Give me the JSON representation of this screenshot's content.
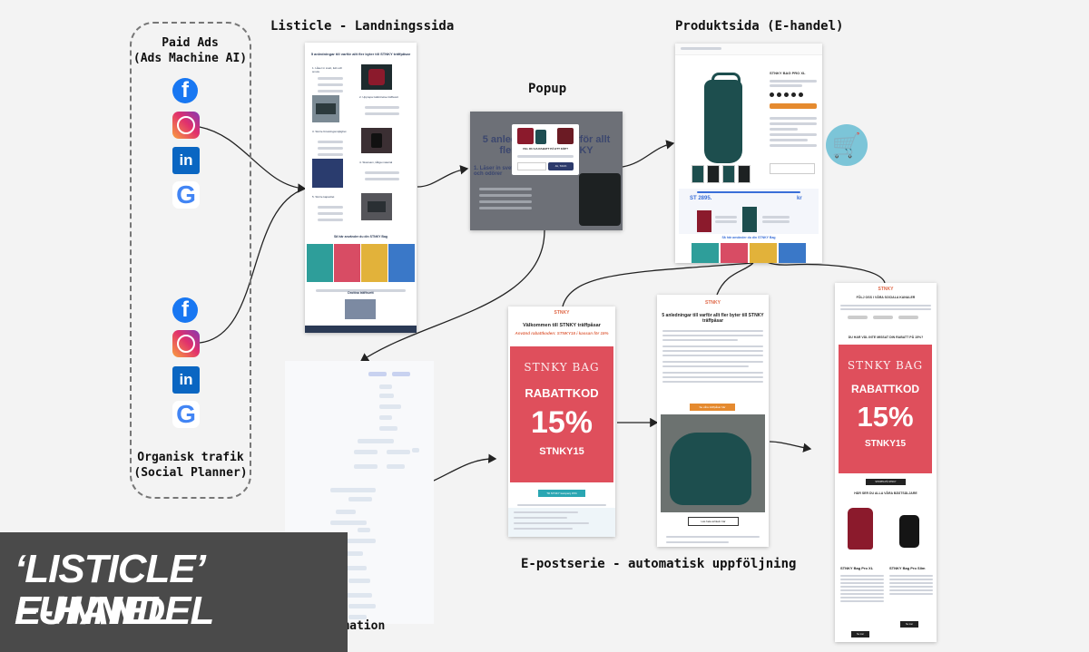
{
  "sources": {
    "paid_title": "Paid Ads\n(Ads Machine AI)",
    "organic_title": "Organisk trafik\n(Social Planner)",
    "icons": [
      "facebook-icon",
      "instagram-icon",
      "linkedin-icon",
      "google-icon"
    ]
  },
  "listicle": {
    "label": "Listicle - Landningssida",
    "headline": "5 anledningar till varför allt fler byter till STNKY träffpåsar",
    "items": [
      "1. Låser in svett, lukt och smuts",
      "2. Upprepa tvättrörelse träffsvett",
      "3. Större förvaringsmöjlighet",
      "4. Skonsam, tåliga material",
      "5. Större kapacitet"
    ],
    "gallery_title": "Så här använder du din STNKY Bag",
    "footer_title": "Drottna träffsvett"
  },
  "popup": {
    "label": "Popup",
    "bg_headline": "5 anledningar till varför allt fler byter till STNKY",
    "bg_subhead": "1. Låser in svett, lukt och odörer",
    "modal_title": "VILL DU HA RABATT PÅ ETT KÖP?",
    "modal_button": "JA, TACK"
  },
  "product": {
    "label": "Produktsida (E-handel)",
    "name": "STNKY BAG PRO XL",
    "price": "ST 2895.",
    "price2": "kr",
    "gallery_title": "Så här använder du din STNKY Bag"
  },
  "automation": {
    "label": "Automation"
  },
  "email_series": {
    "label": "E-postserie - automatisk uppföljning",
    "brand": "STNKY",
    "email1": {
      "title": "Välkommen till STNKY träffpåsar",
      "subtitle": "Använd rabattkoden: STNKY15 i kassan för 15%",
      "promo_brand": "STNKY BAG",
      "promo_label": "RABATTKOD",
      "promo_pct": "15%",
      "promo_code": "STNKY15",
      "button": "Till STNKY kampanj 15%"
    },
    "email2": {
      "title": "5 anledningar till varför allt fler byter till STNKY träffpåsar",
      "button": "Läs hela artikeln här",
      "orange_button": "Se våra träffpåsar här"
    },
    "email3": {
      "header": "FÖLJ OSS I VÅRA SOCIALA KANALER",
      "cta": "DU HAR VÄL INTE MISSAT DIN RABATT PÅ 15%?",
      "promo_brand": "STNKY BAG",
      "promo_label": "RABATTKOD",
      "promo_pct": "15%",
      "promo_code": "STNKY15",
      "button": "SHOPPA PÅ STNKY",
      "section": "HÄR SER DU ALLA VÅRA BÄSTSÄLJARE",
      "product1": "STNKY Bag Pro XL",
      "product2": "STNKY Bag Pro Slim",
      "buy": "Se mer"
    }
  },
  "banner": {
    "line1": "‘LISTICLE’ FUNNEL",
    "line2": "E-HANDEL"
  },
  "colors": {
    "promo_red": "#df4f5c",
    "teal": "#1d4e4e",
    "accent_orange": "#e58a2f",
    "cta_teal": "#2aa6b2"
  }
}
